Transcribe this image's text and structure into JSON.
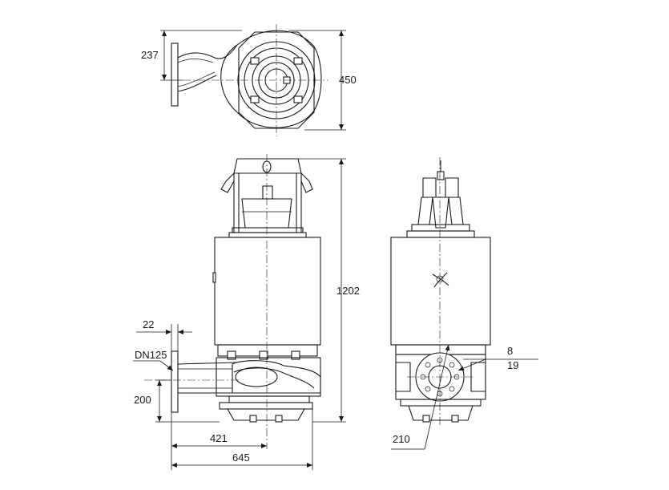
{
  "dimensions": {
    "d237": "237",
    "d450": "450",
    "d1202": "1202",
    "d22": "22",
    "dDN125": "DN125",
    "d200": "200",
    "d421": "421",
    "d645": "645",
    "d8": "8",
    "d19": "19",
    "d210": "210"
  },
  "colors": {
    "line": "#1a1a1a",
    "background": "#ffffff"
  }
}
